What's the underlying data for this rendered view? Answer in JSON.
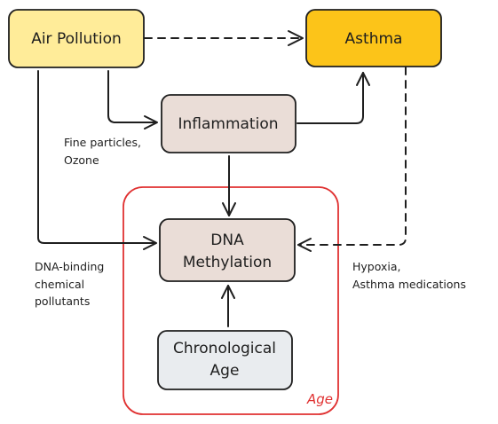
{
  "nodes": {
    "air_pollution": {
      "label": "Air Pollution",
      "fill": "#ffec99",
      "stroke": "#1e1e1e"
    },
    "asthma": {
      "label": "Asthma",
      "fill": "#fcc419",
      "stroke": "#1e1e1e"
    },
    "inflammation": {
      "label": "Inflammation",
      "fill": "#eaddd7",
      "stroke": "#1e1e1e"
    },
    "dna_methylation": {
      "label_line1": "DNA",
      "label_line2": "Methylation",
      "fill": "#eaddd7",
      "stroke": "#1e1e1e"
    },
    "chronological_age": {
      "label_line1": "Chronological",
      "label_line2": "Age",
      "fill": "#e9ecef",
      "stroke": "#1e1e1e"
    }
  },
  "group": {
    "label": "Age",
    "stroke": "#e03131"
  },
  "edge_labels": {
    "fine_particles": [
      "Fine particles,",
      "Ozone"
    ],
    "dna_binding": [
      "DNA-binding",
      "chemical",
      "pollutants"
    ],
    "hypoxia": [
      "Hypoxia,",
      "Asthma medications"
    ]
  },
  "edges": [
    {
      "from": "Air Pollution",
      "to": "Asthma",
      "style": "dashed"
    },
    {
      "from": "Air Pollution",
      "to": "Inflammation",
      "style": "solid"
    },
    {
      "from": "Air Pollution",
      "to": "DNA Methylation",
      "style": "solid"
    },
    {
      "from": "Inflammation",
      "to": "Asthma",
      "style": "solid"
    },
    {
      "from": "Inflammation",
      "to": "DNA Methylation",
      "style": "solid"
    },
    {
      "from": "Asthma",
      "to": "DNA Methylation",
      "style": "dashed"
    },
    {
      "from": "Chronological Age",
      "to": "DNA Methylation",
      "style": "solid"
    }
  ]
}
